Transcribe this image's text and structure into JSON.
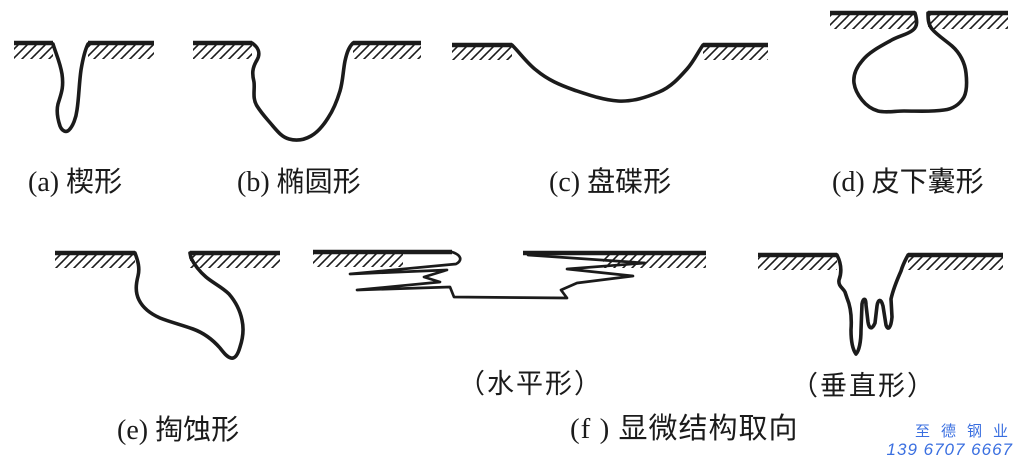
{
  "colors": {
    "ink": "#1b1b1b",
    "watermark": "#3a6fe0",
    "background": "#ffffff"
  },
  "captions": {
    "a": "(a) 楔形",
    "b": "(b) 椭圆形",
    "c": "(c) 盘碟形",
    "d": "(d) 皮下囊形",
    "e": "(e) 掏蚀形",
    "f": "(f ) 显微结构取向",
    "f_horizontal": "（水平形）",
    "f_vertical": "（垂直形）"
  },
  "watermark": {
    "company": "至德钢业",
    "phone": "139 6707 6667"
  }
}
